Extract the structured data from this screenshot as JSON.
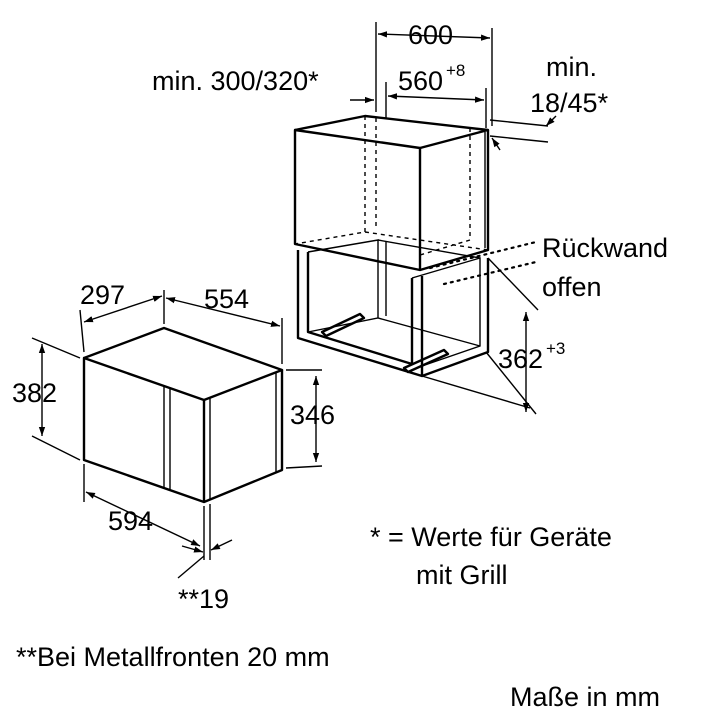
{
  "labels": {
    "width_600": "600",
    "min_300_320": "min. 300/320*",
    "width_560": "560",
    "width_560_tol": "+8",
    "min_label": "min.",
    "min_18_45": "18/45*",
    "rueckwand": "Rückwand",
    "offen": "offen",
    "height_362": "362",
    "height_362_tol": "+3",
    "depth_297": "297",
    "width_554": "554",
    "height_382": "382",
    "height_346": "346",
    "width_594": "594",
    "front_19": "**19",
    "note_grill_1": "* = Werte für Geräte",
    "note_grill_2": "mit Grill",
    "note_metal": "**Bei Metallfronten 20 mm",
    "units": "Maße in mm"
  }
}
